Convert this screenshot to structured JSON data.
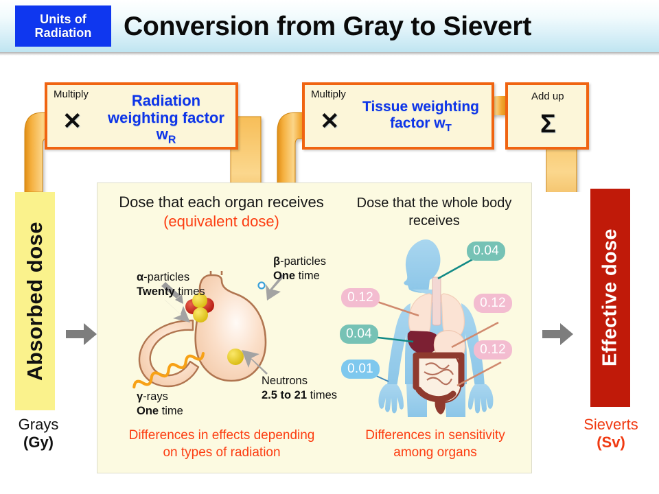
{
  "header": {
    "badge_line1": "Units of",
    "badge_line2": "Radiation",
    "title": "Conversion from Gray to Sievert",
    "badge_color": "#0f37ef",
    "band_color": "#bfe5f1"
  },
  "operations": [
    {
      "caption": "Multiply",
      "symbol": "✕",
      "symbol_name": "multiply-icon",
      "title_line1": "Radiation",
      "title_line2": "weighting factor",
      "title_line3": "w",
      "title_sub3": "R",
      "border_color": "#f06411",
      "fill_color": "#fcf6d9",
      "text_color": "#0d34e8"
    },
    {
      "caption": "Multiply",
      "symbol": "✕",
      "symbol_name": "multiply-icon",
      "title_line1": "Tissue weighting",
      "title_line2": "factor w",
      "title_sub2": "T",
      "border_color": "#f06411",
      "fill_color": "#fcf6d9",
      "text_color": "#0d34e8"
    },
    {
      "caption": "Add up",
      "symbol": "Σ",
      "symbol_name": "sigma-icon",
      "border_color": "#f06411",
      "fill_color": "#fcf6d9"
    }
  ],
  "left_stage": {
    "bar_label": "Absorbed dose",
    "unit_name": "Grays",
    "unit_symbol": "(Gy)",
    "bar_color": "#faf28c",
    "text_color": "#111111"
  },
  "right_stage": {
    "bar_label": "Effective dose",
    "unit_name": "Sieverts",
    "unit_symbol": "(Sv)",
    "bar_color": "#c01a09",
    "text_color": "#f03a12"
  },
  "panel": {
    "background": "#fcfae1",
    "left_heading": "Dose that each organ receives",
    "left_heading_sub": "(equivalent dose)",
    "right_heading_line1": "Dose that the whole body",
    "right_heading_line2": "receives",
    "left_caption_line1": "Differences in effects depending",
    "left_caption_line2": "on types of radiation",
    "right_caption_line1": "Differences in sensitivity",
    "right_caption_line2": "among organs",
    "caption_color": "#fc3c10"
  },
  "radiation_annotations": [
    {
      "particle": "α",
      "particle_suffix": "-particles",
      "factor": "Twenty",
      "factor_suffix": " times"
    },
    {
      "particle": "β",
      "particle_suffix": "-particles",
      "factor": "One",
      "factor_suffix": " time"
    },
    {
      "particle": "γ",
      "particle_suffix": "-rays",
      "factor": "One",
      "factor_suffix": " time"
    },
    {
      "particle": "Neutrons",
      "particle_suffix": "",
      "factor": "2.5 to 21",
      "factor_suffix": " times"
    }
  ],
  "organ_weights": [
    {
      "organ": "esophagus",
      "value": "0.04",
      "color": "#76c2b5",
      "style": "teal"
    },
    {
      "organ": "lungs",
      "value": "0.12",
      "color": "#f3bcd0",
      "style": "pink"
    },
    {
      "organ": "stomach",
      "value": "0.12",
      "color": "#f3bcd0",
      "style": "pink"
    },
    {
      "organ": "liver",
      "value": "0.04",
      "color": "#76c2b5",
      "style": "teal"
    },
    {
      "organ": "colon",
      "value": "0.12",
      "color": "#f3bcd0",
      "style": "pink"
    },
    {
      "organ": "skin",
      "value": "0.01",
      "color": "#7ec8ee",
      "style": "blue"
    }
  ]
}
